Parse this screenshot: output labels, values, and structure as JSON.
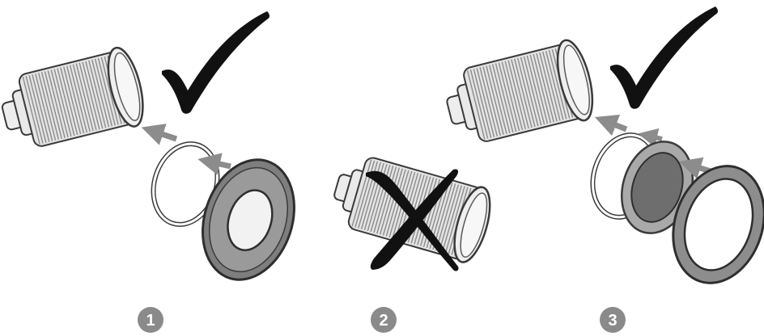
{
  "figure": {
    "panels": [
      {
        "step": "1",
        "verdict": "correct",
        "icon": "check-mark-icon",
        "parts": [
          "threaded-sensor-body",
          "o-ring",
          "flat-cap-with-window"
        ]
      },
      {
        "step": "2",
        "verdict": "incorrect",
        "icon": "cross-mark-icon",
        "parts": [
          "threaded-sensor-body"
        ]
      },
      {
        "step": "3",
        "verdict": "correct",
        "icon": "check-mark-icon",
        "parts": [
          "threaded-sensor-body",
          "o-ring",
          "grey-filter-disc",
          "retaining-ring"
        ]
      }
    ],
    "colors": {
      "metal": "#e9e9e9",
      "outline": "#3a3a3a",
      "thread": "#8a8a8a",
      "arrow": "#8c8c8c",
      "mark": "#111111",
      "badge": "#8a8a8a",
      "cap": "#7e7e7e",
      "filter": "#a9a9a9",
      "filter_center": "#6e6e6e",
      "ring": "#8d8d8d"
    }
  }
}
